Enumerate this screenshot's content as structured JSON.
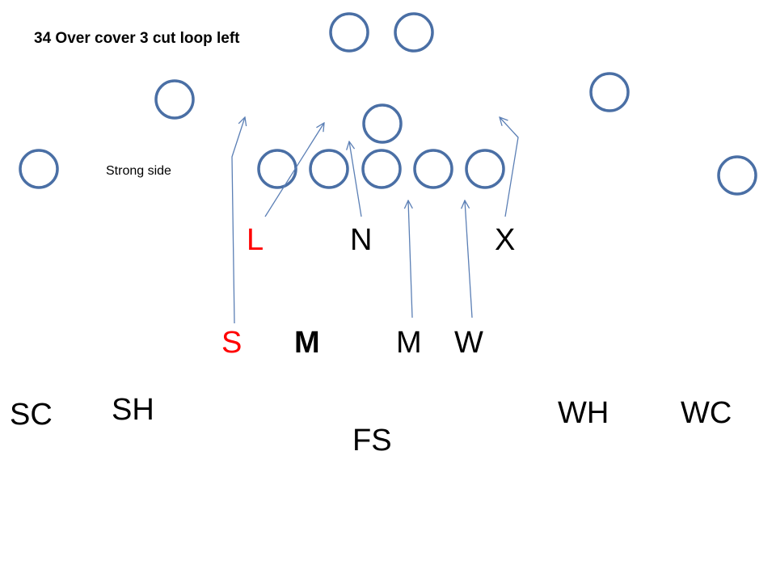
{
  "title": "34 Over cover 3 cut loop left",
  "annotation": "Strong side",
  "colors": {
    "offense_outline": "#4a6fa5",
    "route_line": "#5b7fb5",
    "defender_default": "#000000",
    "defender_highlight": "#ff0000"
  },
  "offense": {
    "shape": "circle",
    "count": 12
  },
  "defense": {
    "line": [
      {
        "id": "l",
        "label": "L",
        "color": "#ff0000"
      },
      {
        "id": "n",
        "label": "N",
        "color": "#000000"
      },
      {
        "id": "x",
        "label": "X",
        "color": "#000000"
      }
    ],
    "linebackers": [
      {
        "id": "s",
        "label": "S",
        "color": "#ff0000"
      },
      {
        "id": "m-strong",
        "label": "M",
        "color": "#000000",
        "bold": true
      },
      {
        "id": "m",
        "label": "M",
        "color": "#000000"
      },
      {
        "id": "w",
        "label": "W",
        "color": "#000000"
      }
    ],
    "secondary": [
      {
        "id": "sc",
        "label": "SC"
      },
      {
        "id": "sh",
        "label": "SH"
      },
      {
        "id": "fs",
        "label": "FS"
      },
      {
        "id": "wh",
        "label": "WH"
      },
      {
        "id": "wc",
        "label": "WC"
      }
    ]
  }
}
